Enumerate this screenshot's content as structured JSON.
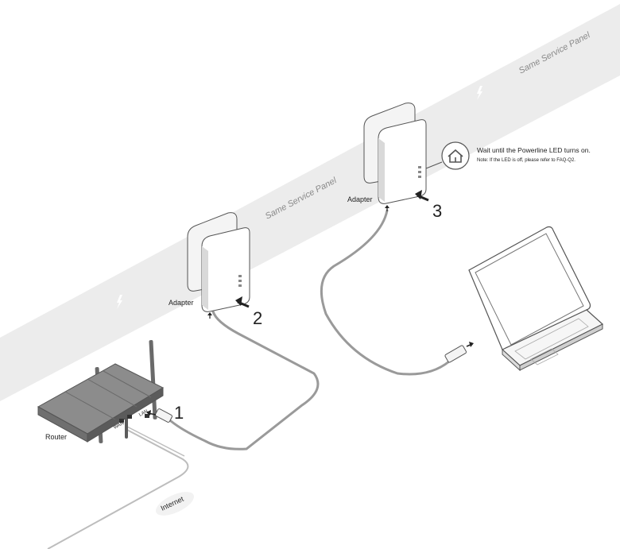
{
  "wall_band": {
    "label_upper": "Same Service Panel",
    "label_lower": "Same Service Panel",
    "color": "#ececec",
    "bolt_color": "#ffffff"
  },
  "router": {
    "label": "Router",
    "port_wan": "WAN",
    "port_lan": "LAN",
    "step_number": "1"
  },
  "adapter_1": {
    "label": "Adapter",
    "step_number": "2"
  },
  "adapter_2": {
    "label": "Adapter",
    "step_number": "3"
  },
  "callout": {
    "main_text": "Wait until the Powerline LED turns on.",
    "note_text": "Note: If the LED is off, please refer to FAQ-Q2.",
    "icon": "house-icon"
  },
  "internet": {
    "label": "Internet"
  },
  "colors": {
    "cable": "#9a9a9a",
    "router_body": "#6f6f6f",
    "router_top": "#8c8c8c",
    "device_outline": "#555555",
    "arrow": "#222222"
  }
}
